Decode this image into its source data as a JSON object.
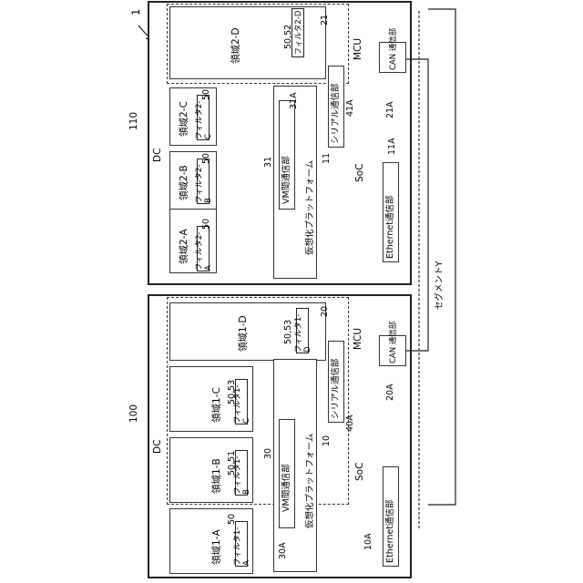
{
  "diagram": {
    "system_ref": "1",
    "segment_label": "セグメントY",
    "dcs": [
      {
        "id": "dc100",
        "ref": "100",
        "title": "DC",
        "vpf_label": "仮想化プラットフォーム",
        "vpf_ref": "10",
        "vm_label": "VM間通信部",
        "vm_ref": "30",
        "vm_ref_a": "30A",
        "soc_label": "SoC",
        "soc_ref": "",
        "ethernet_label": "Ethernet通信部",
        "ethernet_ref": "10A",
        "mcu_label": "MCU",
        "mcu_ref": "20",
        "mcu_ref_a": "20A",
        "serial_label": "シリアル通信部",
        "serial_ref": "40A",
        "can_label": "CAN 通信部",
        "regions": [
          {
            "label": "領域1-A",
            "filter": "フィルタ1-A",
            "ref": "50"
          },
          {
            "label": "領域1-B",
            "filter": "フィルタ1-B",
            "ref": "50,51"
          },
          {
            "label": "領域1-C",
            "filter": "フィルタ1-C",
            "ref": "50,53"
          },
          {
            "label": "領域1-D",
            "filter": "フィルタ1-D",
            "ref": "50,53"
          }
        ]
      },
      {
        "id": "dc110",
        "ref": "110",
        "title": "DC",
        "vpf_label": "仮想化プラットフォーム",
        "vpf_ref": "11",
        "vm_label": "VM間通信部",
        "vm_ref": "31",
        "vm_ref_a": "31A",
        "soc_label": "SoC",
        "soc_ref": "11A",
        "ethernet_label": "Ethernet通信部",
        "ethernet_ref": "",
        "mcu_label": "MCU",
        "mcu_ref": "21",
        "mcu_ref_a": "21A",
        "serial_label": "シリアル通信部",
        "serial_ref": "41A",
        "can_label": "CAN 通信部",
        "regions": [
          {
            "label": "領域2-A",
            "filter": "フィルタ2-A",
            "ref": "50"
          },
          {
            "label": "領域2-B",
            "filter": "フィルタ2-B",
            "ref": "50"
          },
          {
            "label": "領域2-C",
            "filter": "フィルタ2-C",
            "ref": "50"
          },
          {
            "label": "領域2-D",
            "filter": "フィルタ2-D",
            "ref": "50,52"
          }
        ]
      }
    ]
  }
}
